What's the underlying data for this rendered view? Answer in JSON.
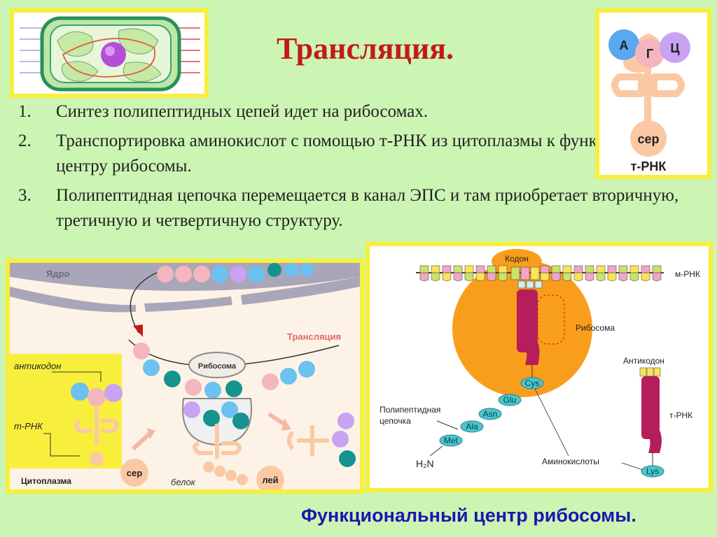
{
  "title": "Трансляция.",
  "points": [
    {
      "num": "1.",
      "text": "Синтез полипептидных цепей идет на рибосомах."
    },
    {
      "num": "2.",
      "text": "Транспортировка аминокислот с помощью т-РНК из цитоплазмы к функциональному центру рибосомы."
    },
    {
      "num": "3.",
      "text": "Полипептидная цепочка перемещается в канал ЭПС и там приобретает вторичную, третичную и четвертичную структуру."
    }
  ],
  "caption": "Функциональный центр рибосомы.",
  "trna_card": {
    "anticodon": [
      "А",
      "Г",
      "Ц"
    ],
    "amino": "сер",
    "label": "т-РНК"
  },
  "cell_diagram": {
    "nucleus": "Ядро",
    "translation": "Трансляция",
    "anticodon": "антикодон",
    "trna": "т-РНК",
    "ribosome": "Рибосома",
    "cytoplasm": "Цитоплазма",
    "protein": "белок",
    "amino1": "сер",
    "amino2": "лей"
  },
  "ribosome_diagram": {
    "codon": "Кодон",
    "mrna": "м-РНК",
    "ribosome": "Рибосома",
    "anticodon": "Антикодон",
    "trna": "т-РНК",
    "chain_label_1": "Полипептидная",
    "chain_label_2": "цепочка",
    "aminoacids_label": "Аминокислоты",
    "h2n": "H₂N",
    "chain": [
      "Cys",
      "Glu",
      "Asn",
      "Ala",
      "Met"
    ],
    "free_amino": "Lys"
  },
  "colors": {
    "title": "#c4191a",
    "caption": "#1c16b0",
    "frame": "#f5ee3a",
    "background": "#ccf5b4"
  }
}
